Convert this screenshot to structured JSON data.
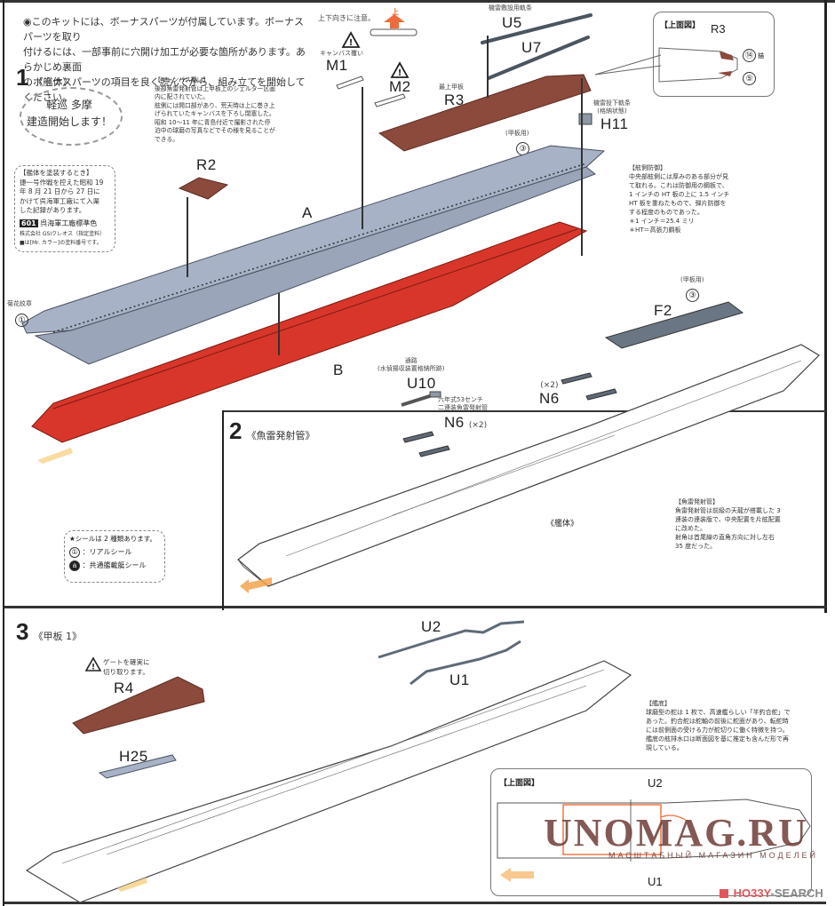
{
  "intro_note": "◉このキットには、ボーナスパーツが付属しています。ボーナスパーツを取り\n付けるには、一部事前に穴開け加工が必要な箇所があります。あらかじめ裏面\nのボーナスパーツの項目を良く読んでから、組み立てを開始してください。",
  "colors": {
    "hull_upper": "#a7b2c6",
    "hull_lower": "#d8362a",
    "deck_brown": "#8b4a3c",
    "parts_gray": "#6b7684",
    "orange_accent": "#ef6b3a",
    "arrow_yellow": "#f6d38a"
  },
  "step1": {
    "number": "1",
    "title": "《艦体》",
    "bubble": "軽巡 多摩\n建造開始します！",
    "paint_box": {
      "heading": "【艦体を塗装するとき】",
      "body": "捷一号作戦を控えた昭和 19\n年 8 月 21 日から 27 日に\nかけて呉海軍工廠にて入渠\nした記録があります。",
      "color_code": "601",
      "color_name": "呉海軍工廠標準色",
      "maker": "株式会社 GSIクレオス（指定塗料）",
      "footnote": "■は[Mr. カラー]の塗料番号です。"
    },
    "canvas_note": "【キャンバス覆い】\n後部魚雷発射管は上甲板上のシェルター区画\n内に配されていた。\n舷側には開口部があり、荒天時は上に巻き上\nげられていたキャンバスを下ろし閉塞した。\n昭和 10～11 年に青島付近で撮影された停\n泊中の球磨の写真などでその様を見ることが\nできる。",
    "caution_updown": "上下向きに注意。",
    "up_label": "上",
    "armor_note": "【舷側防御】\n中央部舷側には厚みのある部分が見\nて取れる。これは防御用の鋼板で、\n1 インチの HT 板の上に 1.5 インチ\nHT 板を重ねたもので、弾片防御を\nする程度のものであった。\n＊1 インチ＝25.4 ミリ\n＊HT＝高張力鋼板",
    "top_view_label": "【上面図】",
    "top_view_part": "R3",
    "top_view_callouts": [
      "⑭",
      "⑤"
    ],
    "top_view_callout_suffix": "錨",
    "parts": {
      "M1": {
        "label": "M1",
        "caption": "キャンバス覆い"
      },
      "M2": {
        "label": "M2"
      },
      "U5": {
        "label": "U5",
        "caption": "機雷敷設用軌条"
      },
      "U7": {
        "label": "U7"
      },
      "R3": {
        "label": "R3",
        "caption": "最上甲板"
      },
      "R2": {
        "label": "R2"
      },
      "H11": {
        "label": "H11",
        "caption": "機雷投下軌条\n(格納状態)"
      },
      "A": {
        "label": "A"
      },
      "B": {
        "label": "B"
      },
      "F2": {
        "label": "F2"
      }
    },
    "callout_deck": {
      "caption": "(甲板用)",
      "number": "③"
    },
    "callout_emblem": {
      "caption": "菊花紋章",
      "number": "①"
    }
  },
  "step2": {
    "number": "2",
    "title": "《魚雷発射管》",
    "hull_caption": "《艦体》",
    "parts": {
      "U10": {
        "label": "U10",
        "caption": "通路\n(水偵揚収装置格納所跡)"
      },
      "N6_left": {
        "label": "N6",
        "qty": "(×2)",
        "caption": "六年式53センチ\n二連装魚雷発射管"
      },
      "N6_right": {
        "label": "N6",
        "qty": "(×2)"
      }
    },
    "torpedo_note": "【魚雷発射管】\n魚雷発射管は前級の天龍が搭載した 3\n連装の連装版で、中央配置を片舷配置\nに改めた。\n射角は首尾線の直角方向に対し左右\n35 度だった。",
    "seal_box": {
      "heading": "★シールは 2 種類あります。",
      "items": [
        {
          "mark": "①",
          "text": "：リアルシール"
        },
        {
          "mark": "a",
          "text": "：共通艦載艇シール"
        }
      ]
    }
  },
  "step3": {
    "number": "3",
    "title": "《甲板 1》",
    "gate_caution": "ゲートを確実に\n切り取ります。",
    "parts": {
      "R4": {
        "label": "R4"
      },
      "H25": {
        "label": "H25"
      },
      "U2": {
        "label": "U2"
      },
      "U1": {
        "label": "U1"
      }
    },
    "bottom_note": "【艦底】\n球磨型の舵は 1 枚で、高速艦らしい「半釣合舵」で\nあった。釣合舵は舵軸の前後に舵面があり、転舵時\nには前側面の受ける力が舵切りに働く特徴を持つ。\n艦底の舷排水口は断面図を基に推定も含んだ形で再\n現している。",
    "top_view": {
      "label": "【上面図】",
      "upper": "U2",
      "lower": "U1"
    }
  },
  "watermark": {
    "main": "UNOMAG.RU",
    "sub": "МАСШТАБНЫЙ МАГАЗИН МОДЕЛЕЙ"
  },
  "credit": {
    "brand_a": "HO33Y",
    "brand_b": "-SEARCH"
  }
}
